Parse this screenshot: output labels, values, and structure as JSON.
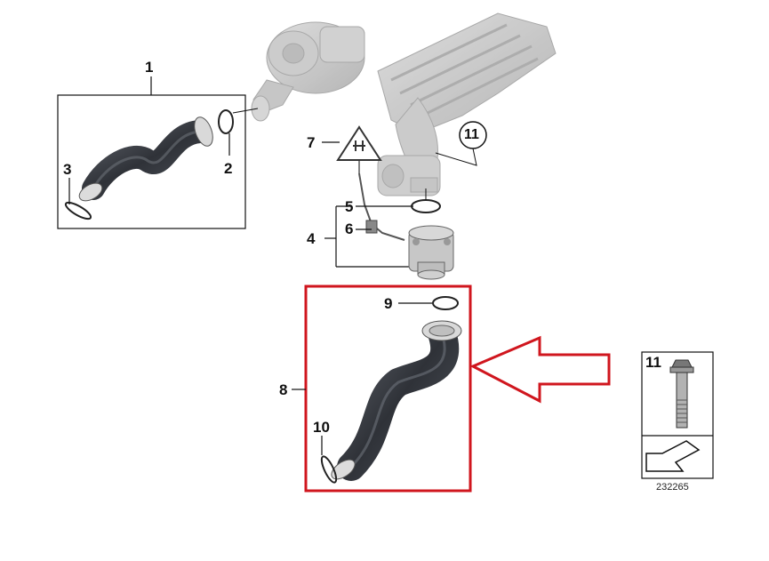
{
  "diagram": {
    "callouts": {
      "c1": "1",
      "c2": "2",
      "c3": "3",
      "c4": "4",
      "c5": "5",
      "c6": "6",
      "c7": "7",
      "c8": "8",
      "c9": "9",
      "c10": "10",
      "c11_circle": "11",
      "c11_box": "11"
    },
    "image_number": "232265",
    "colors": {
      "highlight": "#d0161e",
      "hose": "#3b3e45",
      "line": "#111111",
      "engine": "#b8b8b8"
    }
  }
}
